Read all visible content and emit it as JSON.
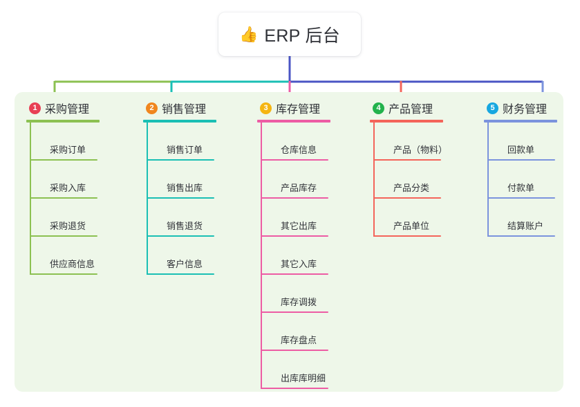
{
  "root": {
    "icon": "thumbs-up-icon",
    "emoji": "👍",
    "title": "ERP 后台"
  },
  "panel": {
    "background": "#eef7e9"
  },
  "columns": [
    {
      "number": "1",
      "title": "采购管理",
      "badge_color": "#e83f54",
      "line_color": "#8cc152",
      "items": [
        "采购订单",
        "采购入库",
        "采购退货",
        "供应商信息"
      ]
    },
    {
      "number": "2",
      "title": "销售管理",
      "badge_color": "#f0861e",
      "line_color": "#1abfb4",
      "items": [
        "销售订单",
        "销售出库",
        "销售退货",
        "客户信息"
      ]
    },
    {
      "number": "3",
      "title": "库存管理",
      "badge_color": "#f5b512",
      "line_color": "#ed5ca4",
      "items": [
        "仓库信息",
        "产品库存",
        "其它出库",
        "其它入库",
        "库存调拨",
        "库存盘点",
        "出库库明细"
      ]
    },
    {
      "number": "4",
      "title": "产品管理",
      "badge_color": "#22b24c",
      "line_color": "#f4645a",
      "items": [
        "产品（物料）",
        "产品分类",
        "产品单位"
      ]
    },
    {
      "number": "5",
      "title": "财务管理",
      "badge_color": "#17a7e0",
      "line_color": "#7b93dd",
      "items": [
        "回款单",
        "付款单",
        "结算账户"
      ]
    }
  ],
  "connectors": {
    "trunk_color": "#4a55c4",
    "bus_segments": [
      {
        "color": "#8cc152"
      },
      {
        "color": "#1abfb4"
      },
      {
        "color": "#4a55c4"
      }
    ],
    "drops": [
      "#8cc152",
      "#1abfb4",
      "#ed5ca4",
      "#f4645a",
      "#7b93dd"
    ]
  }
}
